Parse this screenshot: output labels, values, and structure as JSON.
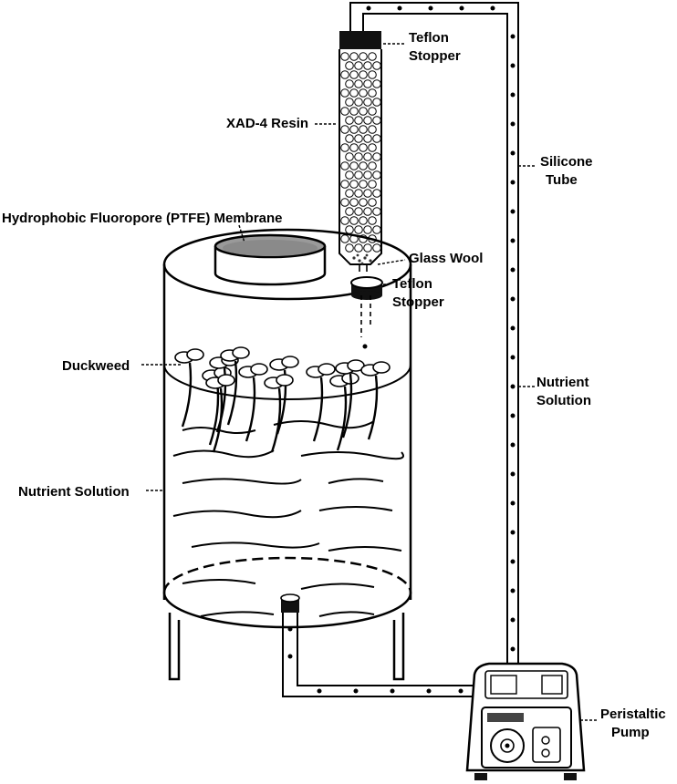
{
  "labels": {
    "teflon_stopper_top": [
      "Teflon",
      "Stopper"
    ],
    "xad_resin": "XAD-4 Resin",
    "silicone_tube": [
      "Silicone",
      "Tube"
    ],
    "membrane": "Hydrophobic Fluoropore (PTFE) Membrane",
    "glass_wool": "Glass Wool",
    "teflon_stopper_bottom": [
      "Teflon",
      "Stopper"
    ],
    "duckweed": "Duckweed",
    "nutrient_solution_right": [
      "Nutrient",
      "Solution"
    ],
    "nutrient_solution_left": "Nutrient Solution",
    "peristaltic_pump": [
      "Peristaltic",
      "Pump"
    ]
  },
  "colors": {
    "line": "#000000",
    "background": "#ffffff",
    "membrane_fill": "#9a9a9a",
    "stopper_fill": "#111111"
  },
  "icons": {
    "pump": "peristaltic-pump-icon",
    "column": "resin-column-icon",
    "tank": "cylindrical-tank-icon"
  }
}
